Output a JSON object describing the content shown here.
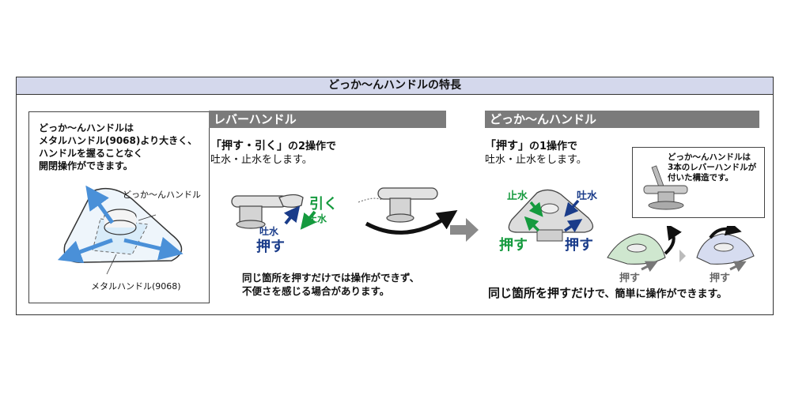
{
  "title": "どっか～んハンドルの特長",
  "left": {
    "description": "どっか～んハンドルは\nメタルハンドル(9068)より大きく、\nハンドルを握ることなく\n開閉操作ができます。",
    "label_dokkan": "どっか～んハンドル",
    "label_metal": "メタルハンドル(9068)"
  },
  "lever": {
    "header": "レバーハンドル",
    "op_prefix": "「押す・引く」",
    "op_suffix": "の2操作で",
    "op_line2": "吐水・止水をします。",
    "label_hiku": "引く",
    "label_shisui": "止水",
    "label_tosui": "吐水",
    "label_osu": "押す",
    "note": "同じ箇所を押すだけでは操作ができず、\n不便さを感じる場合があります。"
  },
  "dokkan": {
    "header": "どっか～んハンドル",
    "op_prefix": "「押す」",
    "op_suffix": "の1操作で",
    "op_line2": "吐水・止水をします。",
    "label_shisui": "止水",
    "label_tosui": "吐水",
    "label_osu_left": "押す",
    "label_osu_right": "押す",
    "label_osu_small_1": "押す",
    "label_osu_small_2": "押す",
    "inset_text": "どっか～んハンドルは\n3本のレバーハンドルが\n付いた構造です。",
    "note_main": "同じ箇所を押すだけ",
    "note_tail": "で、簡単に操作ができます。"
  },
  "colors": {
    "title_bg": "#d4d8ec",
    "header_bg": "#7b7b7b",
    "green": "#159a3e",
    "blue": "#1a3c8a",
    "arrow_blue": "#4a90d8"
  }
}
